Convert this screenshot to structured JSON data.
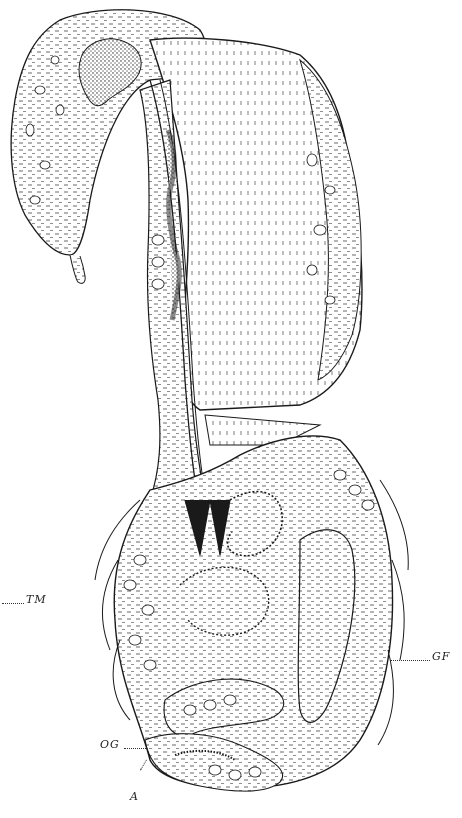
{
  "figure": {
    "labels": {
      "tm": "TM",
      "gf": "GF",
      "og": "OG",
      "a": "A"
    },
    "ink_color": "#1a1a1a",
    "background": "#ffffff"
  }
}
